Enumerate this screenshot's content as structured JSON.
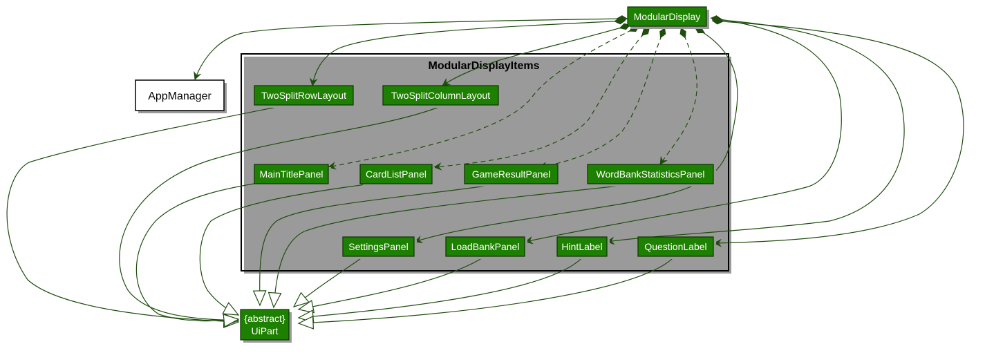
{
  "diagram": {
    "package": {
      "title": "ModularDisplayItems"
    },
    "nodes": {
      "modular_display": "ModularDisplay",
      "app_manager": "AppManager",
      "two_split_row": "TwoSplitRowLayout",
      "two_split_column": "TwoSplitColumnLayout",
      "main_title": "MainTitlePanel",
      "card_list": "CardListPanel",
      "game_result": "GameResultPanel",
      "word_bank_stats": "WordBankStatisticsPanel",
      "settings": "SettingsPanel",
      "load_bank": "LoadBankPanel",
      "hint_label": "HintLabel",
      "question_label": "QuestionLabel",
      "ui_part_stereotype": "{abstract}",
      "ui_part": "UiPart"
    },
    "colors": {
      "node_fill": "#1e8000",
      "edge": "#1e4d0d",
      "package_border": "#000000"
    }
  }
}
